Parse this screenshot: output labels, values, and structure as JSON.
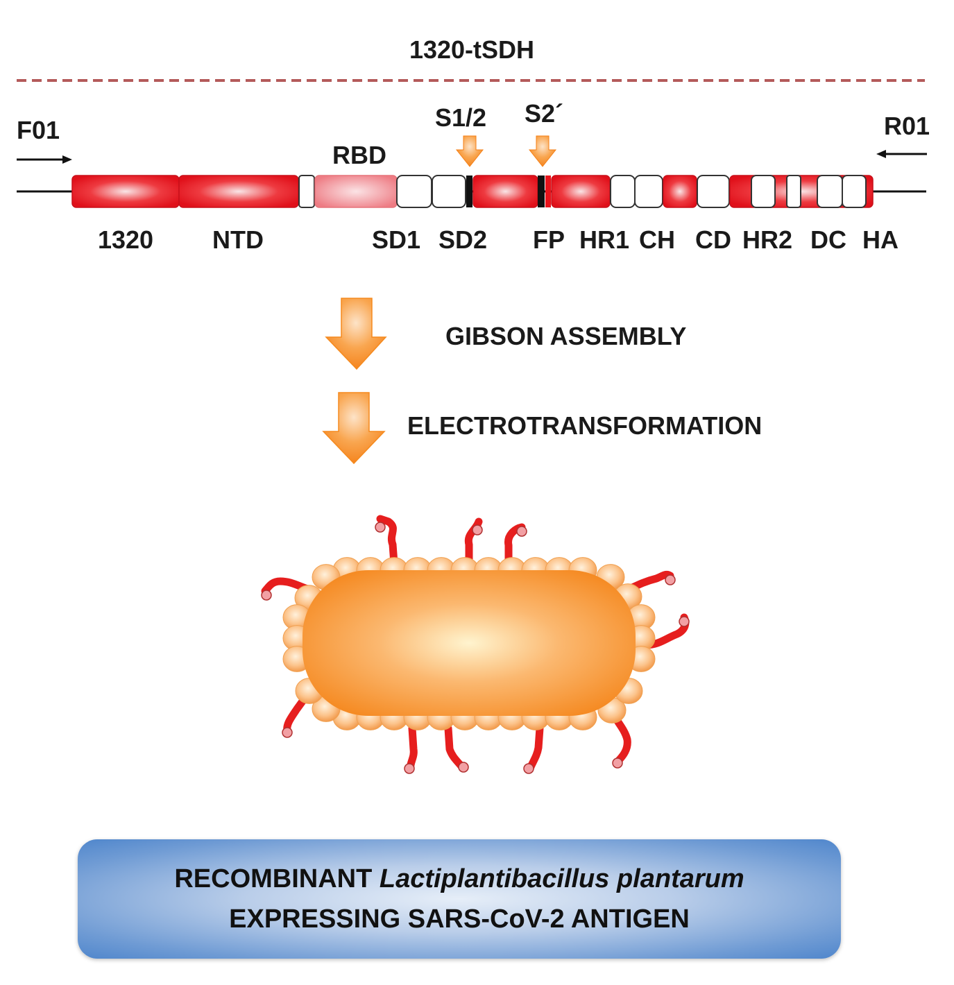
{
  "title": "1320-tSDH",
  "primers": {
    "forward": "F01",
    "reverse": "R01"
  },
  "cleavage_sites": {
    "s1s2": "S1/2",
    "s2prime": "S2´"
  },
  "domains": {
    "d1320": "1320",
    "ntd": "NTD",
    "rbd": "RBD",
    "sd1": "SD1",
    "sd2": "SD2",
    "fp": "FP",
    "hr1": "HR1",
    "ch": "CH",
    "cd": "CD",
    "hr2": "HR2",
    "dc": "DC",
    "ha": "HA"
  },
  "steps": [
    "GIBSON ASSEMBLY",
    "ELECTROTRANSFORMATION"
  ],
  "result": {
    "prefix": "RECOMBINANT ",
    "organism": "Lactiplantibacillus plantarum",
    "line2": "EXPRESSING SARS-CoV-2 ANTIGEN"
  },
  "colors": {
    "segment_red": "#e8141c",
    "segment_rbd": "#f08a90",
    "arrow_orange": "#f7941d",
    "cell_orange": "#f7941d",
    "spike_red": "#e61e1e",
    "box_blue": "#5b8fd0",
    "dashed_line": "#b45a5a"
  }
}
